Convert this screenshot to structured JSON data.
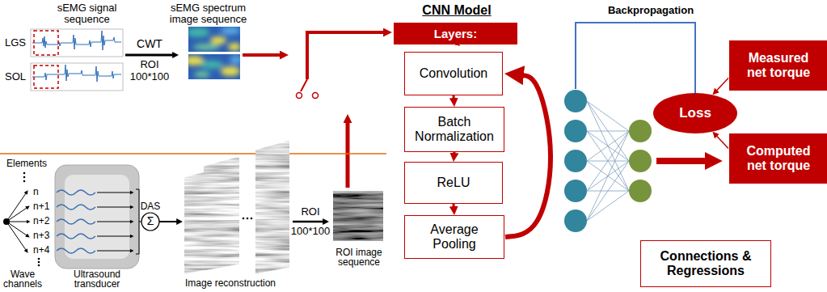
{
  "diagram": {
    "nodes": [
      {
        "text": [
          "Layers:"
        ]
      },
      {
        "text": [
          "Convolution"
        ]
      },
      {
        "text": [
          "Batch Normalization"
        ]
      },
      {
        "text": [
          "ReLU"
        ]
      },
      {
        "text": [
          "Average Pooling"
        ]
      },
      {
        "text": [
          "Loss"
        ]
      },
      {
        "text": [
          "Measured net torque"
        ]
      },
      {
        "text": [
          "Computed net torque"
        ]
      },
      {
        "text": [
          "Connections & Regressions"
        ]
      }
    ],
    "edges": [
      {
        "from": 0,
        "to": 1,
        "arrow": "to"
      },
      {
        "from": 1,
        "to": 2,
        "arrow": "to"
      },
      {
        "from": 2,
        "to": 3,
        "arrow": "to"
      },
      {
        "from": 3,
        "to": 4,
        "arrow": "to"
      },
      {
        "from": 4,
        "to": 1,
        "arrow": "to"
      },
      {
        "from": 6,
        "to": 5,
        "arrow": "to"
      },
      {
        "from": 7,
        "to": 5,
        "arrow": "to"
      }
    ],
    "labels": [
      "sEMG signal sequence",
      "LGS",
      "SOL",
      "CWT",
      "ROI",
      "100*100",
      "sEMG spectrum image sequence",
      "Elements",
      "n",
      "n+1",
      "n+2",
      "n+3",
      "n+4",
      "Wave channels",
      "Ultrasound transducer",
      "DAS",
      "Σ",
      "Image reconstruction",
      "ROI",
      "100*100",
      "ROI image sequence",
      "CNN Model",
      "Backpropagation"
    ]
  }
}
